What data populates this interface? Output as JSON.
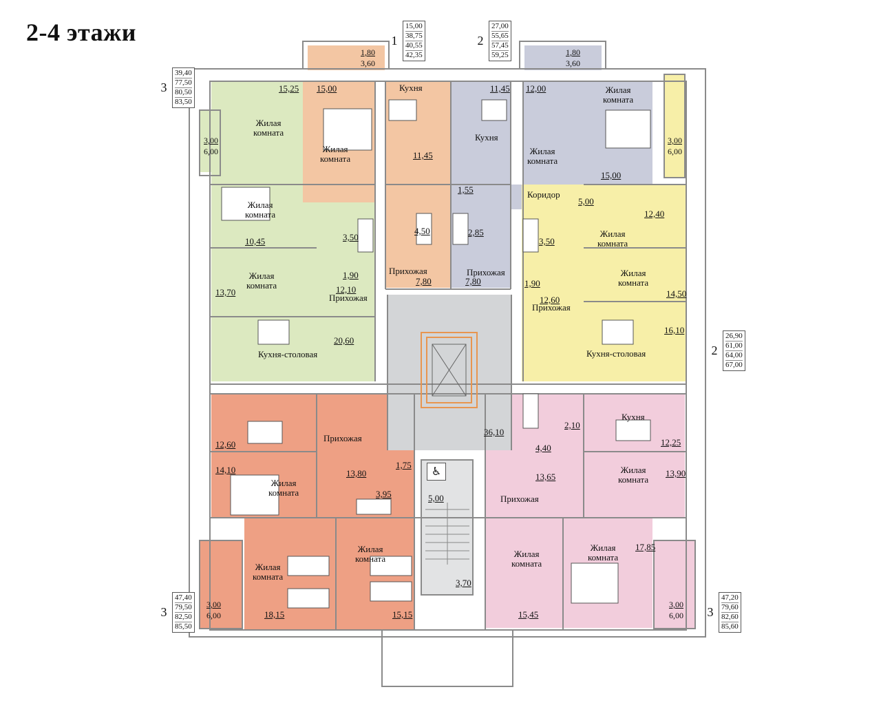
{
  "title": "2-4 этажи",
  "colors": {
    "green": "#dce9c0",
    "peach": "#f3c6a3",
    "lavender": "#c9ccdb",
    "yellow": "#f7efa8",
    "red": "#eea084",
    "pink": "#f2cddc",
    "common": "#d3d5d7",
    "stair": "#e2e3e4"
  },
  "area_tables": [
    {
      "apt": "1",
      "values": [
        "15,00",
        "38,75",
        "40,55",
        "42,35"
      ]
    },
    {
      "apt": "2",
      "values": [
        "27,00",
        "55,65",
        "57,45",
        "59,25"
      ]
    },
    {
      "apt": "3",
      "values": [
        "39,40",
        "77,50",
        "80,50",
        "83,50"
      ]
    },
    {
      "apt": "2",
      "values": [
        "26,90",
        "61,00",
        "64,00",
        "67,00"
      ]
    },
    {
      "apt": "3",
      "values": [
        "47,40",
        "79,50",
        "82,50",
        "85,50"
      ]
    },
    {
      "apt": "3",
      "values": [
        "47,20",
        "79,60",
        "82,60",
        "85,60"
      ]
    }
  ],
  "balconies": {
    "b_top1": {
      "top": "1,80",
      "bottom": "3,60"
    },
    "b_top2": {
      "top": "1,80",
      "bottom": "3,60"
    },
    "b_left_top": {
      "top": "3,00",
      "bottom": "6,00"
    },
    "b_right_top": {
      "top": "3,00",
      "bottom": "6,00"
    },
    "b_left_bottom": {
      "top": "3,00",
      "bottom": "6,00"
    },
    "b_right_bottom": {
      "top": "3,00",
      "bottom": "6,00"
    }
  },
  "labels": {
    "kitchen": "Кухня",
    "living_room": "Жилая комната",
    "living_1": "Жилая",
    "living_2": "комната",
    "hallway": "Прихожая",
    "corridor": "Коридор",
    "kitchen_dining": "Кухня-столовая"
  },
  "areas": {
    "a1525": "15,25",
    "a1500": "15,00",
    "a1145a": "11,45",
    "a1145b": "11,45",
    "a1200": "12,00",
    "a1500b": "15,00",
    "a155": "1,55",
    "a500c": "5,00",
    "a350": "3,50",
    "a1045": "10,45",
    "a450": "4,50",
    "a285": "2,85",
    "a350b": "3,50",
    "a1240": "12,40",
    "a190": "1,90",
    "a1210": "12,10",
    "a780a": "7,80",
    "a780b": "7,80",
    "a190b": "1,90",
    "a1260": "12,60",
    "a1370": "13,70",
    "a1450": "14,50",
    "a2060": "20,60",
    "a1610": "16,10",
    "a3610": "36,10",
    "a1260b": "12,60",
    "a210": "2,10",
    "a1225": "12,25",
    "a440": "4,40",
    "a1410": "14,10",
    "a1380": "13,80",
    "a175": "1,75",
    "a1365": "13,65",
    "a1390": "13,90",
    "a395": "3,95",
    "a500s": "5,00",
    "a370": "3,70",
    "a1785": "17,85",
    "a1815": "18,15",
    "a1515": "15,15",
    "a1545": "15,45"
  }
}
